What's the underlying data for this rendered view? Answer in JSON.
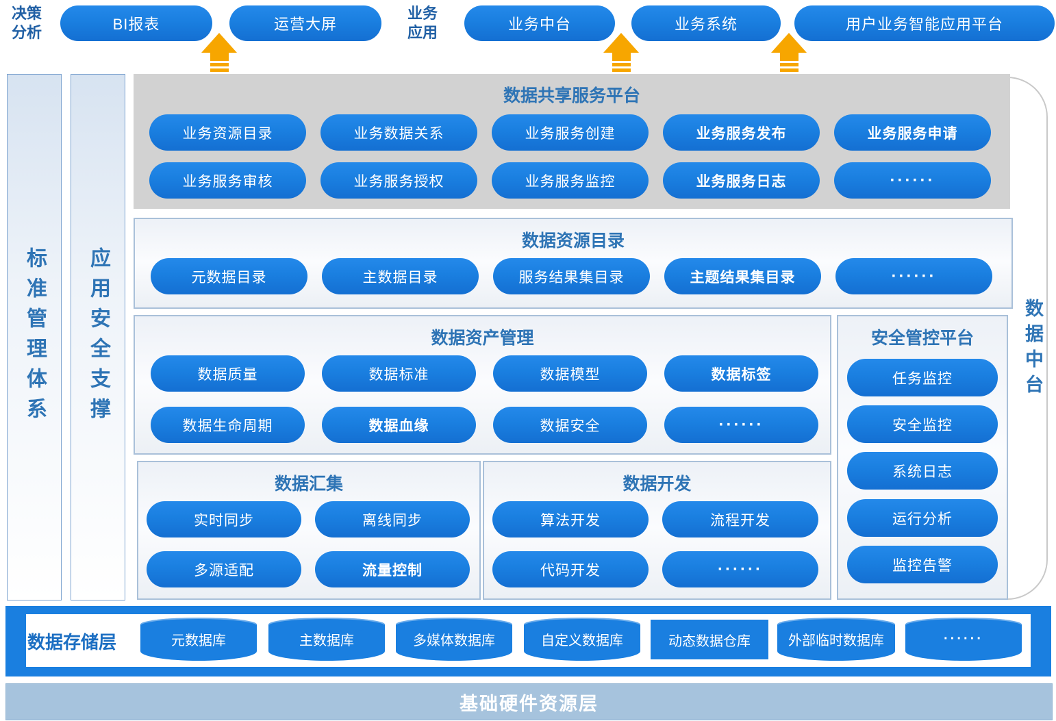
{
  "colors": {
    "button_blue": "#1a7fe0",
    "section_gray": "#d2d2d2",
    "title_blue": "#2e74b5",
    "label_blue": "#2160a5",
    "arrow_orange": "#f7a600",
    "bottom_bar_blue": "#a6c3dd"
  },
  "top": {
    "left_label": "决策分析",
    "apps_label": "业务应用",
    "buttons": [
      {
        "label": "BI报表"
      },
      {
        "label": "运营大屏"
      },
      {
        "label": "业务中台"
      },
      {
        "label": "业务系统"
      },
      {
        "label": "用户业务智能应用平台"
      }
    ]
  },
  "pillars": {
    "standard": "标准管理体系",
    "app_security": "应用安全支撑",
    "data_middle_platform": "数据中台"
  },
  "sections": {
    "share": {
      "title": "数据共享服务平台",
      "rows": [
        [
          {
            "label": "业务资源目录"
          },
          {
            "label": "业务数据关系"
          },
          {
            "label": "业务服务创建"
          },
          {
            "label": "业务服务发布"
          },
          {
            "label": "业务服务申请"
          }
        ],
        [
          {
            "label": "业务服务审核"
          },
          {
            "label": "业务服务授权"
          },
          {
            "label": "业务服务监控"
          },
          {
            "label": "业务服务日志"
          },
          {
            "label": "······"
          }
        ]
      ]
    },
    "catalog": {
      "title": "数据资源目录",
      "items": [
        {
          "label": "元数据目录"
        },
        {
          "label": "主数据目录"
        },
        {
          "label": "服务结果集目录"
        },
        {
          "label": "主题结果集目录"
        },
        {
          "label": "······"
        }
      ]
    },
    "asset": {
      "title": "数据资产管理",
      "rows": [
        [
          {
            "label": "数据质量"
          },
          {
            "label": "数据标准"
          },
          {
            "label": "数据模型"
          },
          {
            "label": "数据标签"
          }
        ],
        [
          {
            "label": "数据生命周期"
          },
          {
            "label": "数据血缘"
          },
          {
            "label": "数据安全"
          },
          {
            "label": "······"
          }
        ]
      ]
    },
    "security": {
      "title": "安全管控平台",
      "items": [
        {
          "label": "任务监控"
        },
        {
          "label": "安全监控"
        },
        {
          "label": "系统日志"
        },
        {
          "label": "运行分析"
        },
        {
          "label": "监控告警"
        }
      ]
    },
    "collect": {
      "title": "数据汇集",
      "rows": [
        [
          {
            "label": "实时同步"
          },
          {
            "label": "离线同步"
          }
        ],
        [
          {
            "label": "多源适配"
          },
          {
            "label": "流量控制"
          }
        ]
      ]
    },
    "develop": {
      "title": "数据开发",
      "rows": [
        [
          {
            "label": "算法开发"
          },
          {
            "label": "流程开发"
          }
        ],
        [
          {
            "label": "代码开发"
          },
          {
            "label": "······"
          }
        ]
      ]
    }
  },
  "storage": {
    "label": "数据存储层",
    "databases": [
      {
        "label": "元数据库",
        "shape": "cylinder"
      },
      {
        "label": "主数据库",
        "shape": "cylinder"
      },
      {
        "label": "多媒体数据库",
        "shape": "cylinder"
      },
      {
        "label": "自定义数据库",
        "shape": "cylinder"
      },
      {
        "label": "动态数据仓库",
        "shape": "rect"
      },
      {
        "label": "外部临时数据库",
        "shape": "cylinder"
      },
      {
        "label": "······",
        "shape": "cylinder"
      }
    ]
  },
  "bottom_bar": {
    "label": "基础硬件资源层"
  }
}
